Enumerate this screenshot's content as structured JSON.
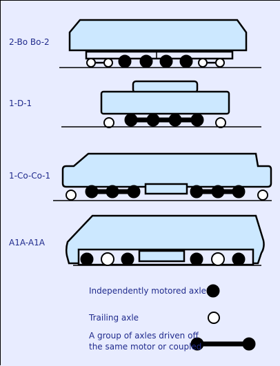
{
  "colors": {
    "background": "#e8ecff",
    "body_fill": "#cce8ff",
    "stroke": "#000000",
    "label_text": "#1f2a8c"
  },
  "wheel_arrangements": [
    {
      "label": "2-Bo Bo-2"
    },
    {
      "label": "1-D-1"
    },
    {
      "label": "1-Co-Co-1"
    },
    {
      "label": "A1A-A1A"
    }
  ],
  "legend": {
    "motored": "Independently motored axle",
    "trailing": "Trailing axle",
    "coupled": "A group of axles driven off the same motor or coupled"
  }
}
